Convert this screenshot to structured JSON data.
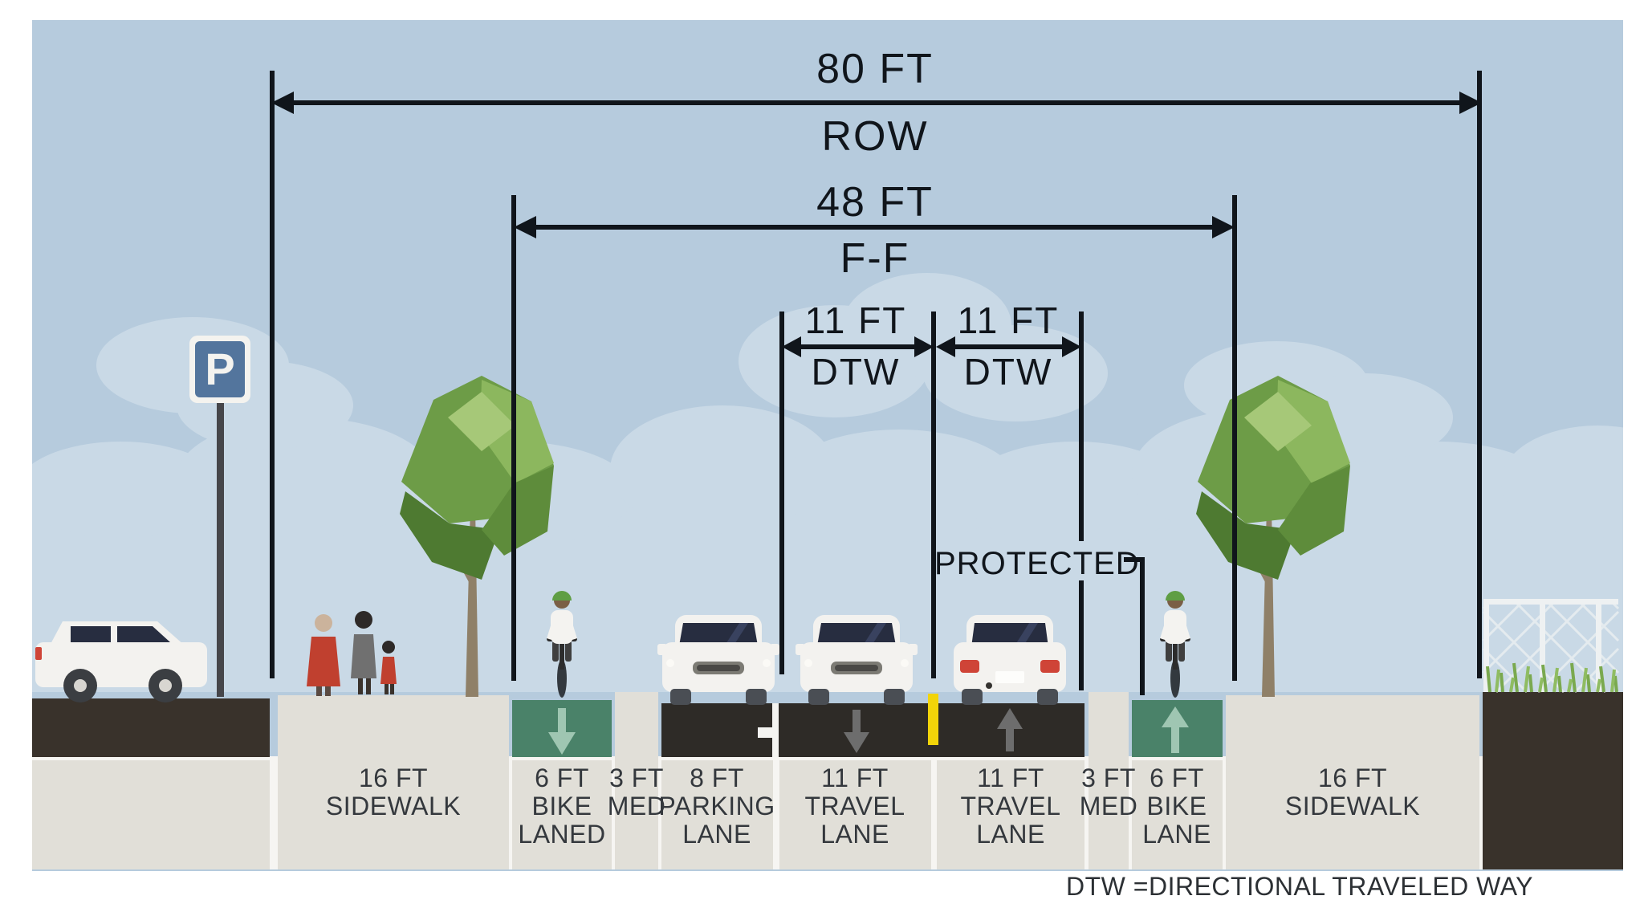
{
  "annotations": {
    "row": {
      "value": "80 FT",
      "label": "ROW"
    },
    "ff": {
      "value": "48 FT",
      "label": "F-F"
    },
    "dtw": {
      "value": "11 FT",
      "label": "DTW"
    },
    "protected": "PROTECTED",
    "footnote": "DTW =DIRECTIONAL TRAVELED WAY"
  },
  "lanes": [
    {
      "id": "sidewalk-left",
      "label": "16 FT\nSIDEWALK"
    },
    {
      "id": "bike-lane-left",
      "label": "6 FT\nBIKE\nLANED"
    },
    {
      "id": "median-left",
      "label": "3 FT\nMED"
    },
    {
      "id": "parking-lane",
      "label": "8 FT\nPARKING\nLANE"
    },
    {
      "id": "travel-lane-southbound",
      "label": "11 FT\nTRAVEL\nLANE"
    },
    {
      "id": "travel-lane-northbound",
      "label": "11 FT\nTRAVEL\nLANE"
    },
    {
      "id": "median-right",
      "label": "3 FT\nMED"
    },
    {
      "id": "bike-lane-right",
      "label": "6 FT\nBIKE\nLANE"
    },
    {
      "id": "sidewalk-right",
      "label": "16 FT\nSIDEWALK"
    }
  ],
  "sign": {
    "parking_letter": "P"
  },
  "colors": {
    "sky": "#b6cbdd",
    "cloud": "#c9d9e6",
    "ink": "#10151b",
    "asphalt": "#2e2b27",
    "bike_lane_green": "#4a8269",
    "bike_arrow_green": "#9fc6b2",
    "sidewalk_gray": "#e1dfd8",
    "soil_brown": "#39322b",
    "center_line_yellow": "#f2d409",
    "sign_blue": "#53759d",
    "taillight_red": "#cf4437"
  }
}
